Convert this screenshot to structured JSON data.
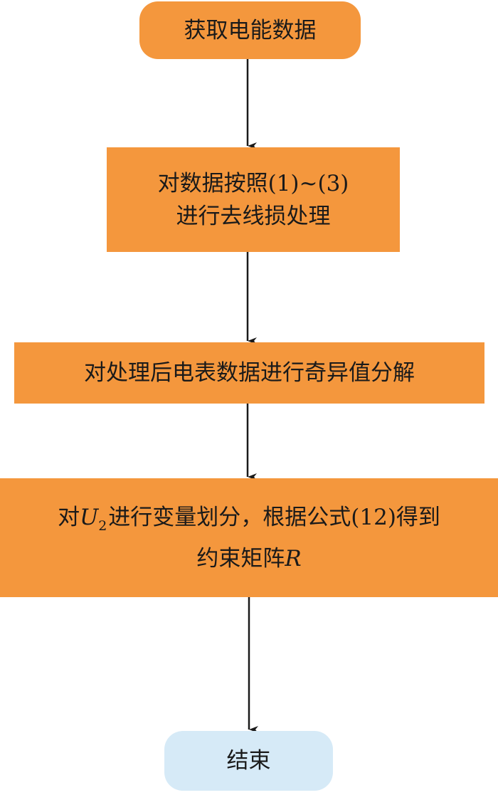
{
  "flowchart": {
    "start": "获取电能数据",
    "step1": {
      "line1": "对数据按照(1)~(3)",
      "line2": "进行去线损处理"
    },
    "step2": "对处理后电表数据进行奇异值分解",
    "step3": {
      "line1_pre": "对",
      "var_main": "U",
      "var_sub": "2",
      "line1_post": "进行变量划分，根据公式(12)得到",
      "line2_pre": "约束矩阵",
      "line2_var": "R"
    },
    "end": "结束"
  },
  "colors": {
    "process_fill": "#F4973D",
    "end_fill": "#D6EAF7",
    "arrow": "#1a1a1a"
  }
}
